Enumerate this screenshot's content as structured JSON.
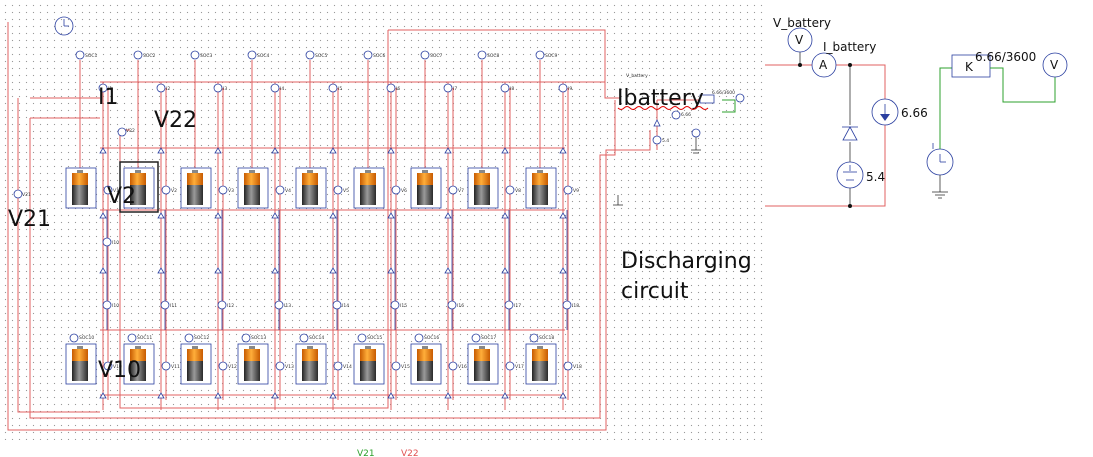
{
  "labels": {
    "i1": "I1",
    "v22": "V22",
    "v21": "V21",
    "v2": "V2",
    "v10": "V10",
    "ibattery": "Ibattery",
    "discharging_1": "Discharging",
    "discharging_2": "circuit"
  },
  "right_circuit": {
    "v_battery": "V_battery",
    "i_battery": "I_battery",
    "voltmeter_symbol": "V",
    "ammeter_symbol": "A",
    "current_source_value": "6.66",
    "voltage_source_value": "5.4",
    "gain_label": "6.66/3600",
    "gain_symbol": "K",
    "output_voltmeter_symbol": "V"
  },
  "legend": {
    "v21": "V21",
    "v22": "V22"
  },
  "tiny_labels": {
    "soc_top": [
      "SOC1",
      "SOC2",
      "SOC3",
      "SOC4",
      "SOC5",
      "SOC6",
      "SOC7",
      "SOC8",
      "SOC9"
    ],
    "soc_bottom": [
      "SOC10",
      "SOC11",
      "SOC12",
      "SOC13",
      "SOC14",
      "SOC15",
      "SOC16",
      "SOC17",
      "SOC18"
    ],
    "cur_top": [
      "I1",
      "I2",
      "I3",
      "I4",
      "I5",
      "I6",
      "I7",
      "I8",
      "I9"
    ],
    "cur_bottom": [
      "I10",
      "I11",
      "I12",
      "I13",
      "I14",
      "I15",
      "I16",
      "I17",
      "I18"
    ],
    "volt_top": [
      "V1",
      "V2",
      "V3",
      "V4",
      "V5",
      "V6",
      "V7",
      "V8",
      "V9"
    ],
    "volt_bottom": [
      "V10",
      "V11",
      "V12",
      "V13",
      "V14",
      "V15",
      "V16",
      "V17",
      "V18"
    ],
    "small_v_battery": "V_battery",
    "small_gain": "6.66/3600",
    "small_666": "6.66",
    "small_54": "5.4",
    "small_v21": "V21",
    "small_v22": "V22"
  },
  "colors": {
    "wire_red": "#e06060",
    "wire_green": "#2ca02c",
    "component_blue": "#2a3fa0",
    "battery_orange": "#f07a10",
    "battery_dark": "#444444"
  }
}
